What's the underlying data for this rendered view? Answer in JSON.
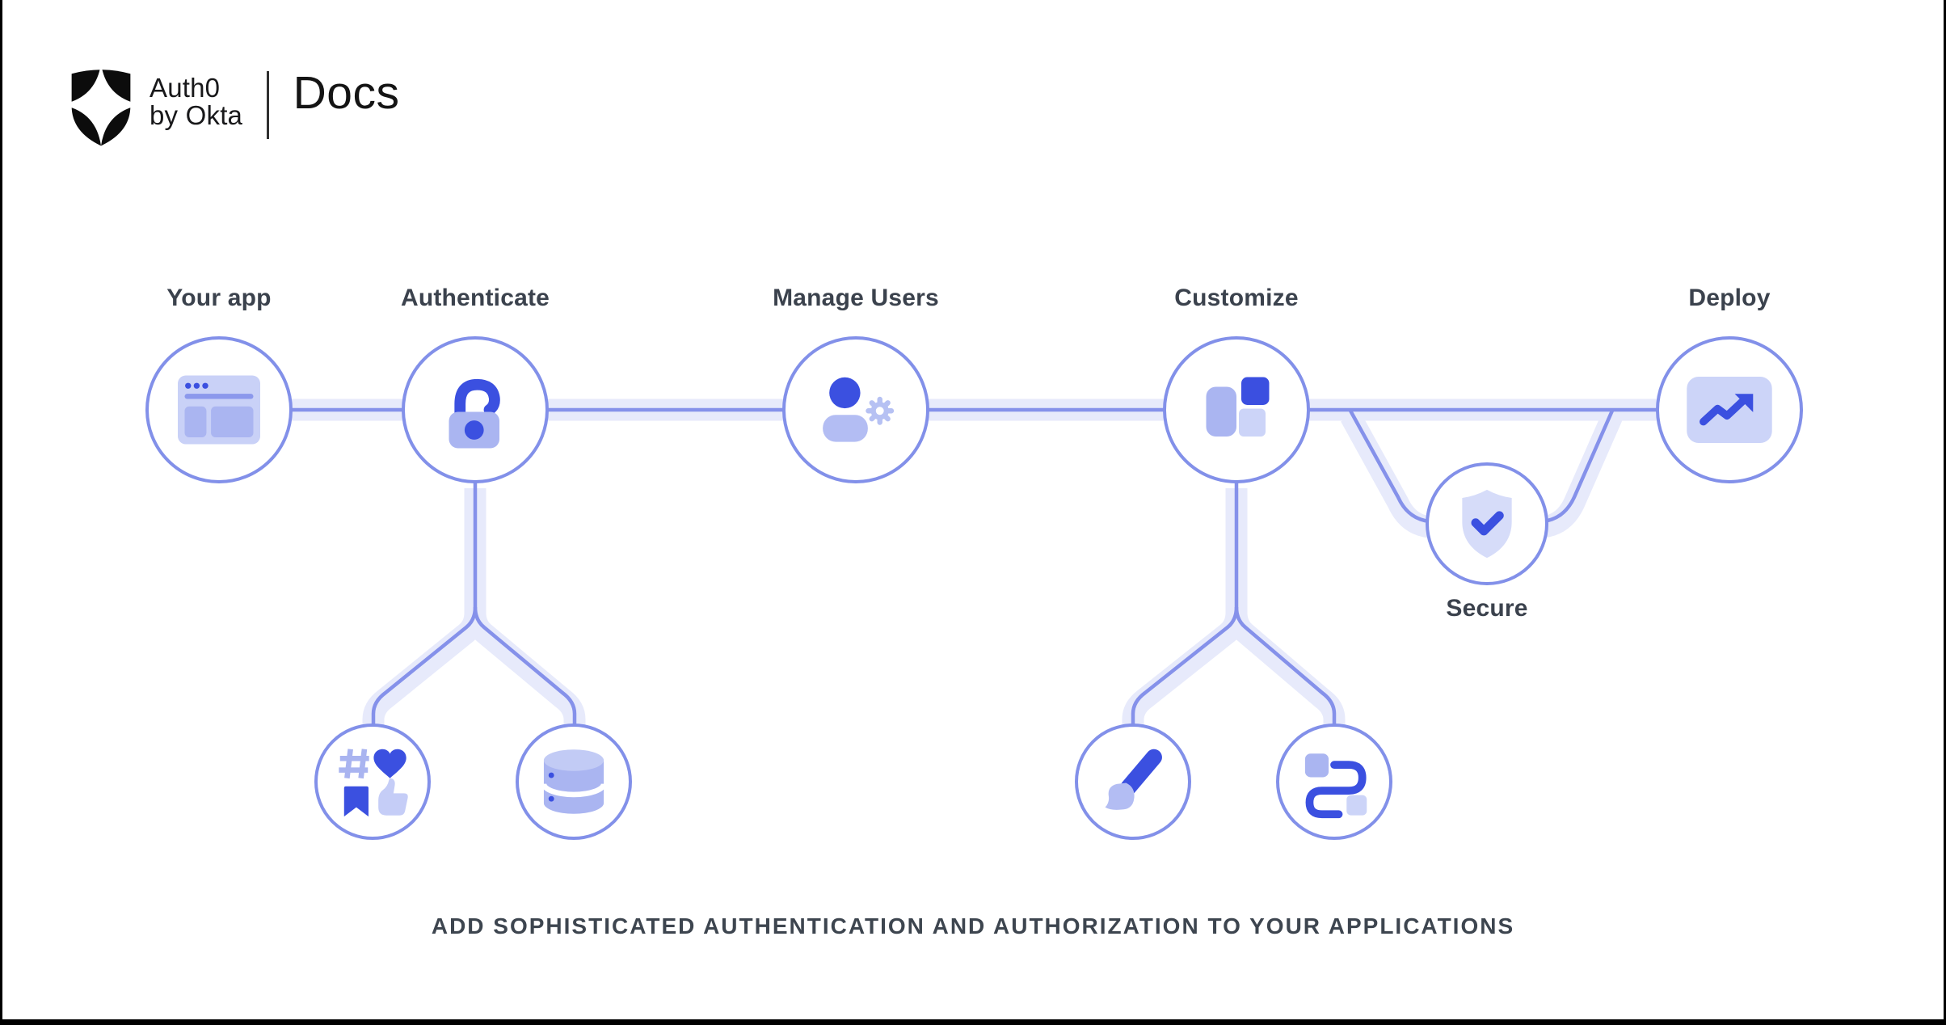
{
  "header": {
    "logo": {
      "mark_icon": "auth0-shield-logo",
      "line1": "Auth0",
      "line2": "by Okta",
      "product": "Docs"
    }
  },
  "diagram": {
    "nodes": {
      "your_app": {
        "label": "Your app",
        "icon": "browser-window-icon"
      },
      "authenticate": {
        "label": "Authenticate",
        "icon": "open-padlock-icon"
      },
      "manage_users": {
        "label": "Manage Users",
        "icon": "user-gear-icon"
      },
      "customize": {
        "label": "Customize",
        "icon": "layout-blocks-icon"
      },
      "deploy": {
        "label": "Deploy",
        "icon": "trend-up-arrow-icon"
      },
      "secure": {
        "label": "Secure",
        "icon": "shield-check-icon"
      },
      "social_engagement": {
        "icon": "social-engagement-icon"
      },
      "user_database": {
        "icon": "database-icon"
      },
      "branding": {
        "icon": "paintbrush-icon"
      },
      "actions_flow": {
        "icon": "workflow-route-icon"
      }
    },
    "tagline": "ADD SOPHISTICATED AUTHENTICATION AND AUTHORIZATION TO YOUR APPLICATIONS"
  },
  "colors": {
    "node_border": "#8290e9",
    "connector_line": "#8591ea",
    "connector_band": "#e7eafb",
    "icon_strong_blue": "#3b50e0",
    "icon_medium_lavender": "#aab5f1",
    "icon_light_lavender": "#ccd4f8",
    "label_text": "#3b424d",
    "tagline_text": "#3d454f",
    "logo_black": "#0c0c0c"
  }
}
